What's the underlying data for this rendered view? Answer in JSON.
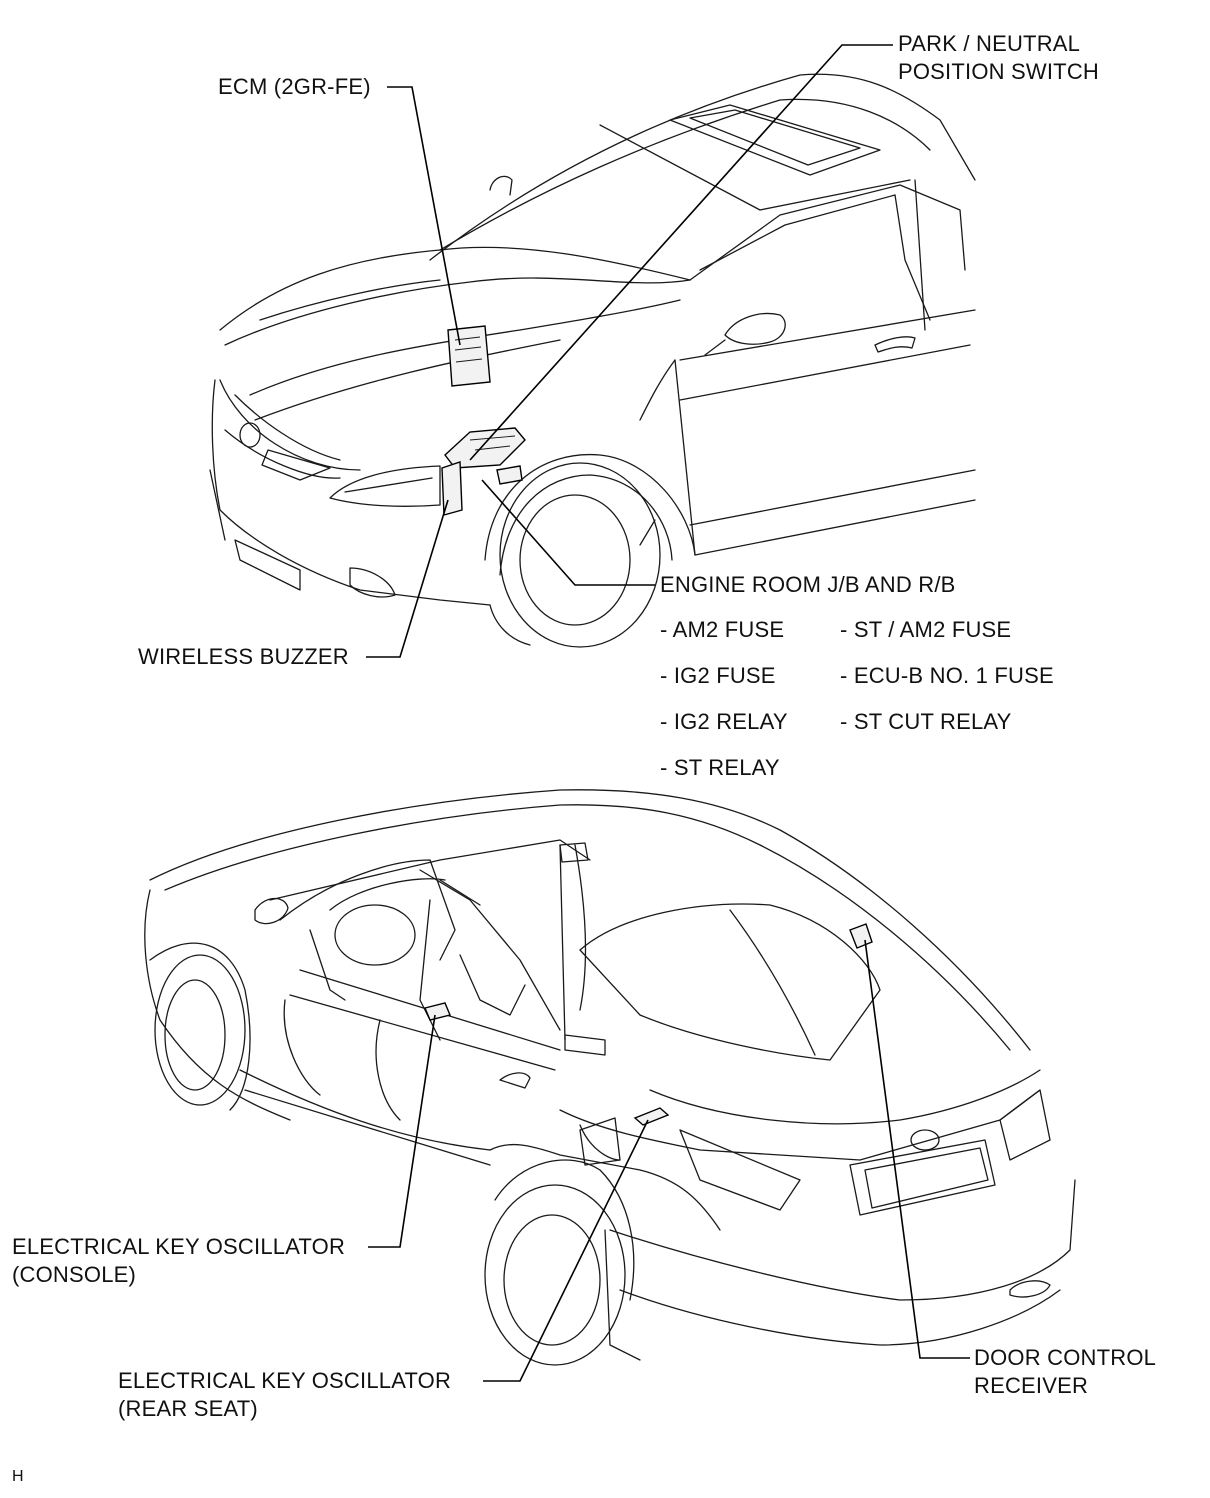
{
  "labels": {
    "park_neutral": [
      "PARK / NEUTRAL",
      "POSITION SWITCH"
    ],
    "ecm": "ECM (2GR-FE)",
    "engine_room": "ENGINE ROOM J/B AND R/B",
    "fuses_left": [
      "- AM2 FUSE",
      "- IG2 FUSE",
      "- IG2 RELAY",
      "- ST RELAY"
    ],
    "fuses_right": [
      "- ST / AM2 FUSE",
      "- ECU-B NO. 1 FUSE",
      "- ST CUT RELAY"
    ],
    "wireless_buzzer": "WIRELESS BUZZER",
    "key_osc_console": [
      "ELECTRICAL KEY OSCILLATOR",
      "(CONSOLE)"
    ],
    "key_osc_rear": [
      "ELECTRICAL KEY OSCILLATOR",
      "(REAR SEAT)"
    ],
    "door_control": [
      "DOOR CONTROL",
      "RECEIVER"
    ]
  },
  "corner_mark": "H"
}
